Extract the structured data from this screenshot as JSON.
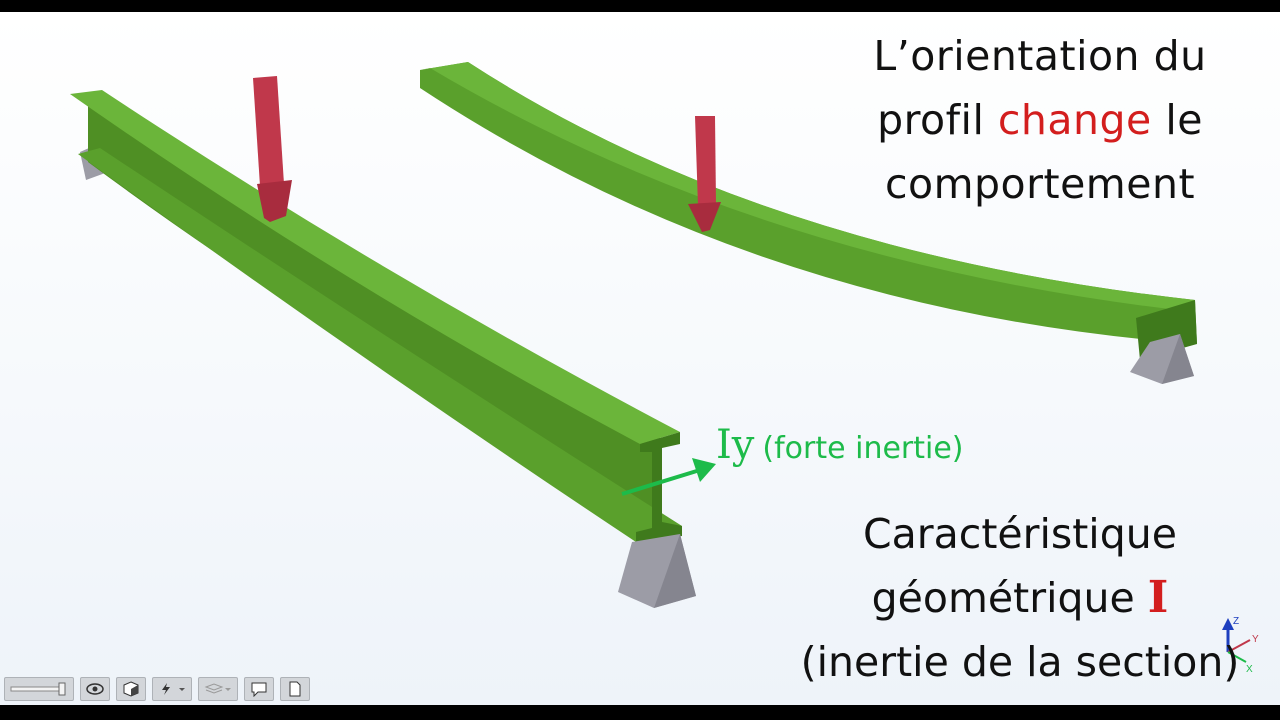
{
  "heading": {
    "line1": "L’orientation du",
    "line2_before": "profil ",
    "line2_highlight": "change",
    "line2_after": " le",
    "line3": "comportement"
  },
  "inertia_label": {
    "symbol": "Iy",
    "note": "(forte inertie)"
  },
  "caption": {
    "line1": "Caractéristique",
    "line2_before": "géométrique ",
    "line2_symbol": "I",
    "line3": "(inertie de la section)"
  },
  "axis_triad": {
    "z": "Z",
    "y": "Y",
    "x": "X"
  },
  "toolbar": {
    "slider_icon": "slider-icon",
    "view_icon": "eye-icon",
    "cube_icon": "cube-icon",
    "lightning_icon": "lightning-icon",
    "layers_icon": "layers-icon",
    "comment_icon": "speech-bubble-icon",
    "page_icon": "page-icon"
  },
  "colors": {
    "beam": "#5aa02c",
    "beam_dark": "#3f7a1c",
    "load": "#c0384b",
    "support": "#9c9ca6",
    "highlight": "#d31e1e",
    "inertia": "#1dbb4a"
  }
}
